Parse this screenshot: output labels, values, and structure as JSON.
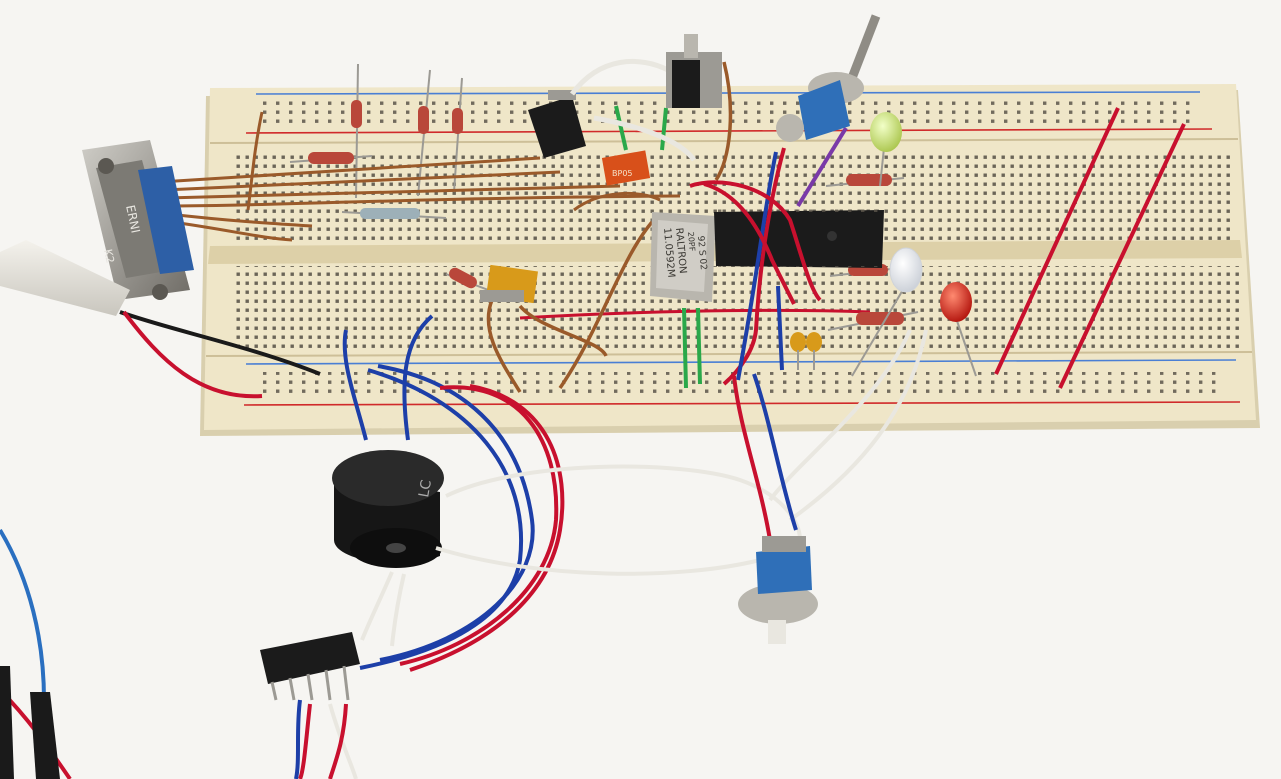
{
  "scene": {
    "description_free": true,
    "colors": {
      "background": "#f6f5f2",
      "breadboard": "#efe6c8",
      "breadboard_shadow": "#d9cfae",
      "hole": "#5b554a",
      "rail_red": "#d02a2a",
      "rail_blue": "#4a7fd4",
      "wire_red": "#c8102e",
      "wire_blue": "#1d3fa8",
      "wire_white": "#e9e7e0",
      "wire_brown": "#9a5a2a",
      "wire_green": "#2aa84a",
      "wire_purple": "#7a3aa8",
      "wire_black": "#1a1a1a",
      "ic_black": "#1b1b1b",
      "buzzer_black": "#161616",
      "crystal_silver": "#b9b6ae",
      "connector_metal": "#8f8c85",
      "connector_blue": "#2d5fa6",
      "cap_yellow": "#d89a1a",
      "cap_orange": "#d8501a",
      "led_green": "#c8e07a",
      "led_red": "#e0201a",
      "led_clear": "#f4f6f8",
      "switch_blue": "#2f6fb8",
      "resistor_body": "#b9473a"
    }
  },
  "labels": {
    "crystal_line1": "RALTRON",
    "crystal_line2": "11.0592M",
    "crystal_line3": "20PF",
    "crystal_line4": "92 S 02",
    "db9_brand": "ERNI",
    "db9_model": "K2",
    "cap_label": "BP05",
    "buzzer_label": "LC"
  }
}
